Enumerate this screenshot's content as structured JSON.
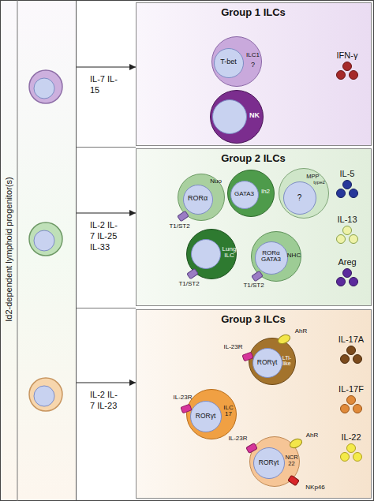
{
  "diagram": {
    "nodes": [
      {
        "text": [
          "Id2-dependent lymphoid progenitor(s)"
        ]
      },
      {
        "text": [
          "Group 1 ILCs"
        ]
      },
      {
        "text": [
          "T-bet",
          "ILC1",
          "?"
        ],
        "in": 1
      },
      {
        "text": [
          "NK"
        ],
        "in": 1
      },
      {
        "text": [
          "Group 2 ILCs"
        ]
      },
      {
        "text": [
          "RORα",
          "Nuo",
          "T1/ST2"
        ],
        "in": 4
      },
      {
        "text": [
          "GATA3",
          "Ih2"
        ],
        "in": 4
      },
      {
        "text": [
          "?",
          "MPP",
          "type2"
        ],
        "in": 4
      },
      {
        "text": [
          "Lung ILC",
          "T1/ST2"
        ],
        "in": 4
      },
      {
        "text": [
          "RORα GATA3",
          "NHC",
          "T1/ST2"
        ],
        "in": 4
      },
      {
        "text": [
          "Group 3 ILCs"
        ]
      },
      {
        "text": [
          "RORγt",
          "LTi-like",
          "AhR",
          "IL-23R"
        ],
        "in": 10
      },
      {
        "text": [
          "RORγt",
          "ILC 17",
          "IL-23R"
        ],
        "in": 10
      },
      {
        "text": [
          "RORγt",
          "NCR 22",
          "IL-23R",
          "AhR",
          "NKp46"
        ],
        "in": 10
      }
    ],
    "edges": [
      {
        "from": 0,
        "to": 1,
        "arrow": "to",
        "label": "IL-7 IL-15"
      },
      {
        "from": 0,
        "to": 4,
        "arrow": "to",
        "label": "IL-2 IL-7 IL-25 IL-33"
      },
      {
        "from": 0,
        "to": 10,
        "arrow": "to",
        "label": "IL-2 IL-7 IL-23"
      }
    ],
    "labels": [
      "IFN-γ",
      "IL-5",
      "IL-13",
      "Areg",
      "IL-17A",
      "IL-17F",
      "IL-22"
    ]
  }
}
